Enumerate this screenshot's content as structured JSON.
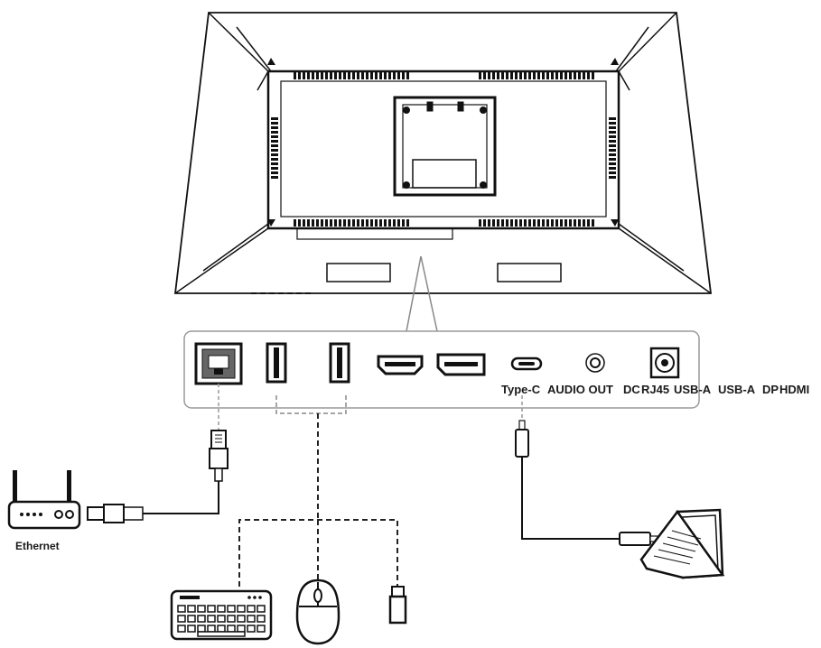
{
  "port_labels": {
    "type_c": "Type-C",
    "audio_out": "AUDIO OUT",
    "dc": "DC",
    "rj45": "RJ45",
    "usb_a_1": "USB-A",
    "usb_a_2": "USB-A",
    "dp": "DP",
    "hdmi": "HDMI"
  },
  "devices": {
    "router": "Ethernet"
  }
}
